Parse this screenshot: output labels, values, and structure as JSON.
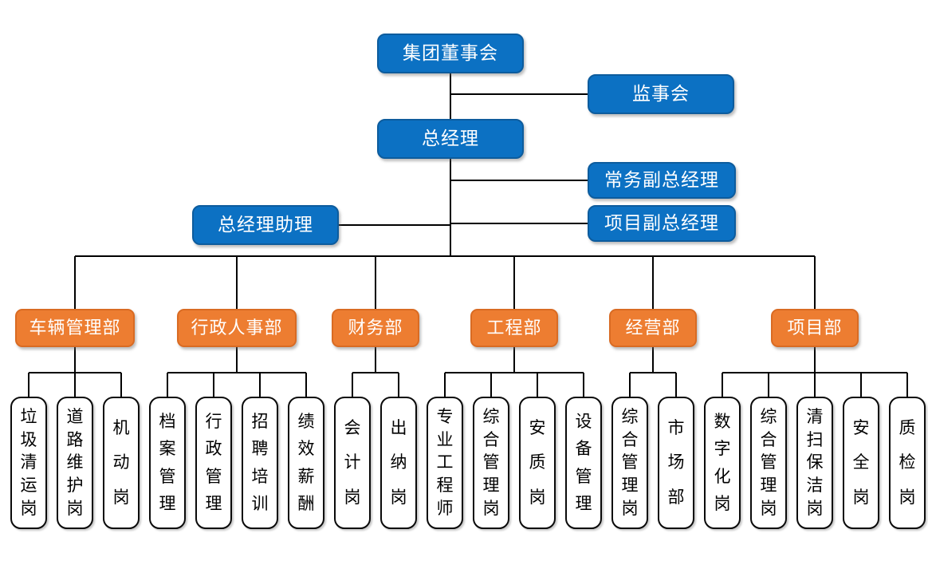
{
  "colors": {
    "executive_box_fill": "#0c71c3",
    "executive_box_border": "#0d5c9d",
    "department_box_fill": "#ed7d31",
    "department_box_border": "#d96b23",
    "post_box_fill": "#ffffff",
    "post_box_border": "#0a0a0a",
    "connector_line": "#000000",
    "box_text_light": "#ffffff",
    "box_text_dark": "#000000"
  },
  "nodes": {
    "board": "集团董事会",
    "supervisory_board": "监事会",
    "general_manager": "总经理",
    "executive_deputy_gm": "常务副总经理",
    "gm_assistant": "总经理助理",
    "project_deputy_gm": "项目副总经理",
    "departments": [
      {
        "label": "车辆管理部",
        "posts": [
          "垃圾清运岗",
          "道路维护岗",
          "机动岗"
        ]
      },
      {
        "label": "行政人事部",
        "posts": [
          "档案管理",
          "行政管理",
          "招聘培训",
          "绩效薪酬"
        ]
      },
      {
        "label": "财务部",
        "posts": [
          "会计岗",
          "出纳岗"
        ]
      },
      {
        "label": "工程部",
        "posts": [
          "专业工程师",
          "综合管理岗",
          "安质岗",
          "设备管理"
        ]
      },
      {
        "label": "经营部",
        "posts": [
          "综合管理岗",
          "市场部"
        ]
      },
      {
        "label": "项目部",
        "posts": [
          "数字化岗",
          "综合管理岗",
          "清扫保洁岗",
          "安全岗",
          "质检岗"
        ]
      }
    ]
  }
}
